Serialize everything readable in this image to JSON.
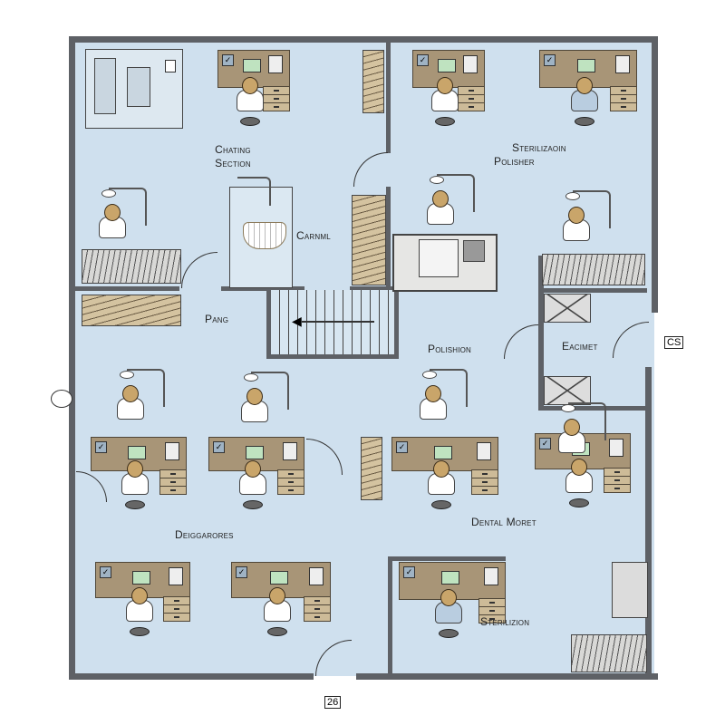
{
  "rooms": {
    "chating_section": "Chating Section",
    "carnml": "Carnml",
    "pang": "Pang",
    "polishion": "Polishion",
    "sterilizaoin_polisher_1": "Sterilizaoin",
    "sterilizaoin_polisher_2": "Polisher",
    "eacimet": "Eacimet",
    "deiggarores": "Deiggarores",
    "dental_moret": "Dental Moret",
    "sterilizion": "Sterilizion"
  },
  "tags": {
    "cs": "CS",
    "entrance": "26"
  },
  "colors": {
    "floor": "#cfe0ee",
    "wall": "#5e6166",
    "desk": "#a89577"
  }
}
